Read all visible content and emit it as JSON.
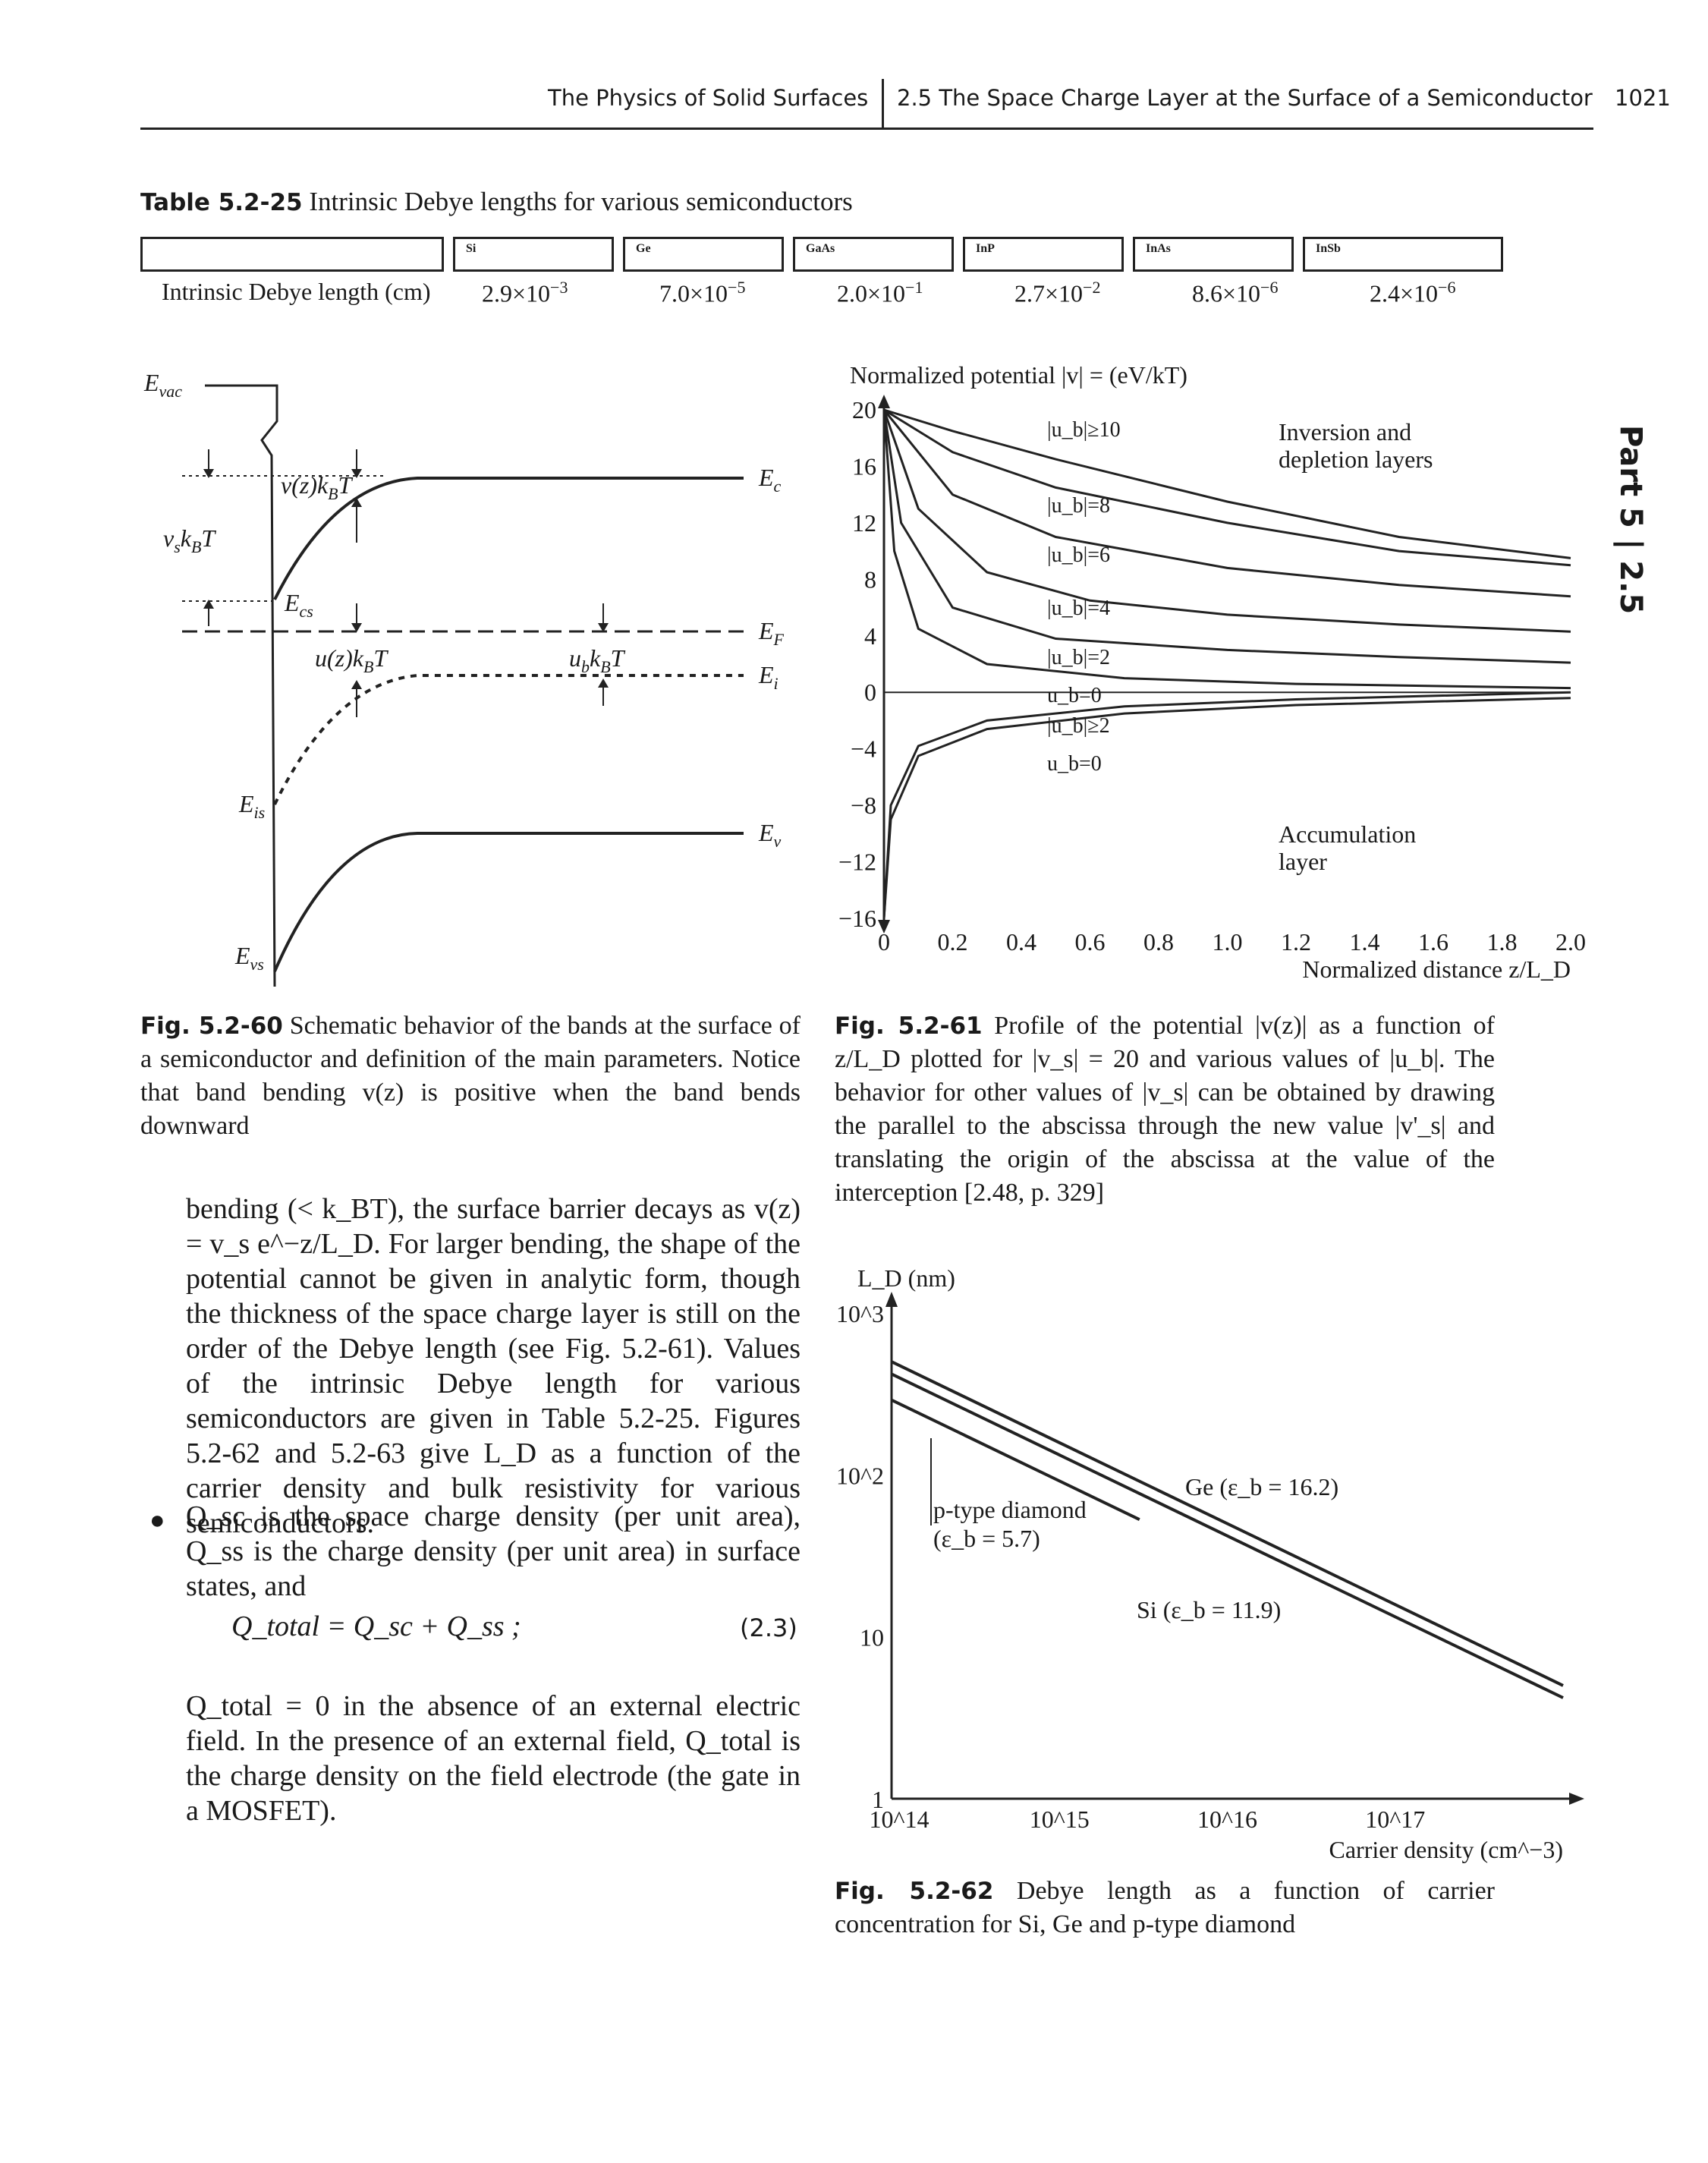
{
  "header": {
    "book": "The Physics of Solid Surfaces",
    "section": "2.5 The Space Charge Layer at the Surface of a Semiconductor",
    "page": "1021"
  },
  "side_tab": "Part 5 | 2.5",
  "table": {
    "label": "Table 5.2-25",
    "title": "Intrinsic Debye lengths for various semiconductors",
    "row_label": "Intrinsic Debye length (cm)",
    "columns": [
      "Si",
      "Ge",
      "GaAs",
      "InP",
      "InAs",
      "InSb"
    ],
    "mantissas": [
      "2.9×10",
      "7.0×10",
      "2.0×10",
      "2.7×10",
      "8.6×10",
      "2.4×10"
    ],
    "exponents": [
      "−3",
      "−5",
      "−1",
      "−2",
      "−6",
      "−6"
    ]
  },
  "fig60": {
    "labels": {
      "evac": "E",
      "evac_sub": "vac",
      "ec": "E",
      "ec_sub": "c",
      "ef": "E",
      "ef_sub": "F",
      "ei": "E",
      "ei_sub": "i",
      "ev": "E",
      "ev_sub": "v",
      "ecs": "E",
      "ecs_sub": "cs",
      "eis": "E",
      "eis_sub": "is",
      "evs": "E",
      "evs_sub": "vs",
      "vz": "v(z)k",
      "vz_sub": "B",
      "vz_end": "T",
      "vs": "v",
      "vs_sub": "s",
      "vs_mid": "k",
      "vs_sub2": "B",
      "vs_end": "T",
      "uz": "u(z)k",
      "uz_sub": "B",
      "uz_end": "T",
      "ub": "u",
      "ub_sub": "b",
      "ub_mid": "k",
      "ub_sub2": "B",
      "ub_end": "T"
    },
    "caption_label": "Fig. 5.2-60",
    "caption": "Schematic behavior of the bands at the surface of a semiconductor and definition of the main parameters. Notice that band bending v(z) is positive when the band bends downward"
  },
  "fig61": {
    "caption_label": "Fig. 5.2-61",
    "caption": "Profile of the potential |v(z)| as a function of z/L_D plotted for |v_s| = 20 and various values of |u_b|. The behavior for other values of |v_s| can be obtained by drawing the parallel to the abscissa through the new value |v'_s| and translating the origin of the abscissa at the value of the interception [2.48, p. 329]",
    "region_inversion": [
      "Inversion and",
      "depletion layers"
    ],
    "region_accumulation": [
      "Accumulation",
      "layer"
    ],
    "curve_labels": [
      "|u_b|≥10",
      "|u_b|=8",
      "|u_b|=6",
      "|u_b|=4",
      "|u_b|=2",
      "u_b=0",
      "|u_b|≥2",
      "u_b=0"
    ]
  },
  "fig62": {
    "caption_label": "Fig. 5.2-62",
    "caption": "Debye length as a function of carrier concentration for Si, Ge and p-type diamond",
    "annotations": [
      "Ge (ε_b = 16.2)",
      "p-type diamond",
      "(ε_b = 5.7)",
      "Si (ε_b = 11.9)"
    ]
  },
  "body": {
    "para1": "bending (< k_BT), the surface barrier decays as v(z) = v_s e^−z/L_D. For larger bending, the shape of the potential cannot be given in analytic form, though the thickness of the space charge layer is still on the order of the Debye length (see Fig. 5.2-61). Values of the intrinsic Debye length for various semiconductors are given in Table 5.2-25. Figures 5.2-62 and 5.2-63 give L_D as a function of the carrier density and bulk resistivity for various semiconductors.",
    "bullet": "Q_sc is the space charge density (per unit area), Q_ss is the charge density (per unit area) in surface states, and",
    "equation": "Q_total = Q_sc + Q_ss ;",
    "equation_number": "(2.3)",
    "para2": "Q_total = 0 in the absence of an external electric field. In the presence of an external field, Q_total is the charge density on the field electrode (the gate in a MOSFET)."
  },
  "chart_data": [
    {
      "type": "line",
      "title": "",
      "ylabel": "Normalized potential |v| = (eV/kT)",
      "xlabel": "Normalized distance z/L_D",
      "x_ticks": [
        "0",
        "0.2",
        "0.4",
        "0.6",
        "0.8",
        "1.0",
        "1.2",
        "1.4",
        "1.6",
        "1.8",
        "2.0"
      ],
      "y_ticks": [
        "20",
        "16",
        "12",
        "8",
        "4",
        "0",
        "−4",
        "−8",
        "−12",
        "−16"
      ],
      "xlim": [
        0,
        2.0
      ],
      "ylim": [
        -16,
        20
      ],
      "series": [
        {
          "name": "|u_b|≥10",
          "x": [
            0,
            0.2,
            0.5,
            1.0,
            1.5,
            2.0
          ],
          "y": [
            20,
            18.5,
            16.5,
            13.5,
            11.0,
            9.5
          ]
        },
        {
          "name": "|u_b|=8",
          "x": [
            0,
            0.2,
            0.5,
            1.0,
            1.5,
            2.0
          ],
          "y": [
            20,
            17.0,
            14.5,
            12.0,
            10.0,
            9.0
          ]
        },
        {
          "name": "|u_b|=6",
          "x": [
            0,
            0.2,
            0.5,
            1.0,
            1.5,
            2.0
          ],
          "y": [
            20,
            14.0,
            11.0,
            8.8,
            7.6,
            6.8
          ]
        },
        {
          "name": "|u_b|=4",
          "x": [
            0,
            0.1,
            0.3,
            0.6,
            1.0,
            1.5,
            2.0
          ],
          "y": [
            20,
            13.0,
            8.5,
            6.5,
            5.5,
            4.8,
            4.3
          ]
        },
        {
          "name": "|u_b|=2",
          "x": [
            0,
            0.05,
            0.2,
            0.5,
            1.0,
            1.5,
            2.0
          ],
          "y": [
            20,
            12.0,
            6.0,
            3.8,
            3.0,
            2.5,
            2.1
          ]
        },
        {
          "name": "u_b=0 (inversion)",
          "x": [
            0,
            0.03,
            0.1,
            0.3,
            0.7,
            1.2,
            2.0
          ],
          "y": [
            20,
            10.0,
            4.5,
            2.0,
            1.0,
            0.6,
            0.3
          ]
        },
        {
          "name": "|u_b|≥2 (accumulation)",
          "x": [
            0,
            0.02,
            0.1,
            0.3,
            0.7,
            1.2,
            2.0
          ],
          "y": [
            -16,
            -9.0,
            -4.5,
            -2.6,
            -1.5,
            -0.9,
            -0.4
          ]
        },
        {
          "name": "u_b=0 (accumulation)",
          "x": [
            0,
            0.02,
            0.1,
            0.3,
            0.7,
            1.2,
            2.0
          ],
          "y": [
            -16,
            -8.0,
            -3.8,
            -2.0,
            -1.0,
            -0.5,
            0.0
          ]
        }
      ]
    },
    {
      "type": "line",
      "title": "",
      "ylabel": "L_D (nm)",
      "xlabel": "Carrier density (cm^−3)",
      "x_scale": "log",
      "y_scale": "log",
      "x_ticks": [
        "10^14",
        "10^15",
        "10^16",
        "10^17"
      ],
      "y_ticks": [
        "10^3",
        "10^2",
        "10",
        "1"
      ],
      "xlim": [
        100000000000000.0,
        1e+18
      ],
      "ylim": [
        1,
        1000
      ],
      "series": [
        {
          "name": "Ge (ε_b = 16.2)",
          "x": [
            100000000000000.0,
            1e+18
          ],
          "y": [
            500,
            5.0
          ]
        },
        {
          "name": "Si (ε_b = 11.9)",
          "x": [
            100000000000000.0,
            1e+18
          ],
          "y": [
            420,
            4.2
          ]
        },
        {
          "name": "p-type diamond (ε_b = 5.7)",
          "x": [
            100000000000000.0,
            3000000000000000.0
          ],
          "y": [
            290,
            53
          ]
        }
      ]
    }
  ]
}
